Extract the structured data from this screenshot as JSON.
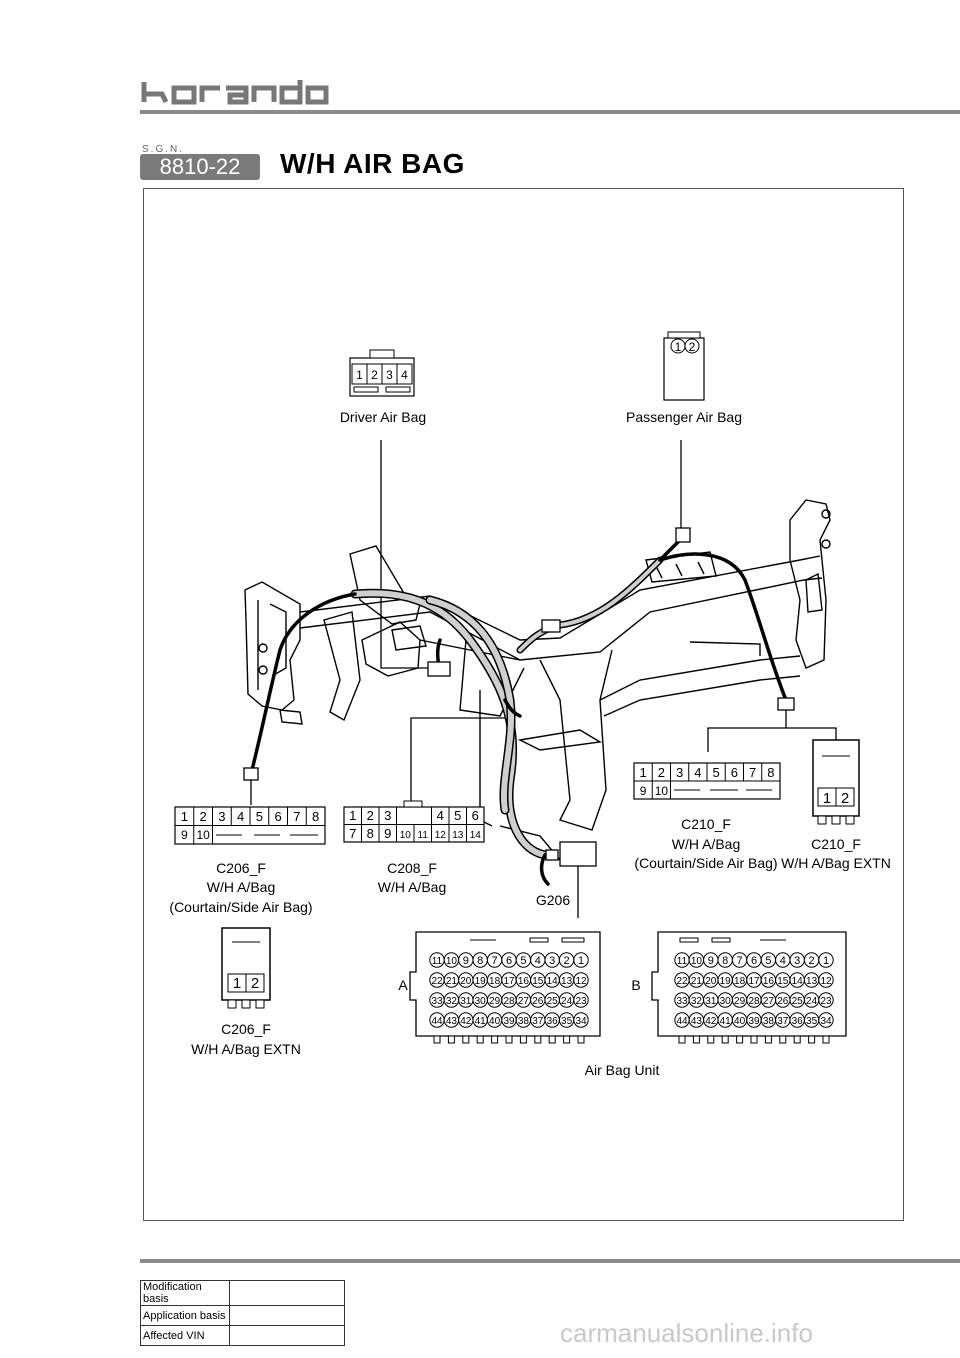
{
  "header": {
    "brand": "korando",
    "sgn_label": "S.G.N.",
    "section_number": "8810-22",
    "title": "W/H AIR BAG"
  },
  "components": {
    "driver_air_bag": {
      "name": "Driver Air Bag",
      "pins": [
        "1",
        "2",
        "3",
        "4"
      ]
    },
    "passenger_air_bag": {
      "name": "Passenger Air Bag",
      "pins": [
        "1",
        "2"
      ]
    },
    "c206": {
      "line1": "C206_F",
      "line2": "W/H A/Bag",
      "line3": "(Courtain/Side Air Bag)",
      "row1": [
        "1",
        "2",
        "3",
        "4",
        "5",
        "6",
        "7",
        "8"
      ],
      "row2": [
        "9",
        "10"
      ]
    },
    "c206_extn": {
      "line1": "C206_F",
      "line2": "W/H A/Bag EXTN",
      "pins": [
        "1",
        "2"
      ]
    },
    "c208": {
      "line1": "C208_F",
      "line2": "W/H A/Bag",
      "row1": [
        "1",
        "2",
        "3",
        "4",
        "5",
        "6"
      ],
      "row2": [
        "7",
        "8",
        "9",
        "10",
        "11",
        "12",
        "13",
        "14"
      ]
    },
    "c210": {
      "line1": "C210_F",
      "line2": "W/H A/Bag",
      "line3": "(Courtain/Side Air Bag)",
      "row1": [
        "1",
        "2",
        "3",
        "4",
        "5",
        "6",
        "7",
        "8"
      ],
      "row2": [
        "9",
        "10"
      ]
    },
    "c210_extn": {
      "line1": "C210_F",
      "line2": "W/H A/Bag EXTN",
      "pins": [
        "1",
        "2"
      ]
    },
    "ground": {
      "name": "G206"
    },
    "air_bag_unit": {
      "name": "Air Bag Unit",
      "connector_a": "A",
      "connector_b": "B",
      "rows": [
        [
          "11",
          "10",
          "9",
          "8",
          "7",
          "6",
          "5",
          "4",
          "3",
          "2",
          "1"
        ],
        [
          "22",
          "21",
          "20",
          "19",
          "18",
          "17",
          "16",
          "15",
          "14",
          "13",
          "12"
        ],
        [
          "33",
          "32",
          "31",
          "30",
          "29",
          "28",
          "27",
          "26",
          "25",
          "24",
          "23"
        ],
        [
          "44",
          "43",
          "42",
          "41",
          "40",
          "39",
          "38",
          "37",
          "36",
          "35",
          "34"
        ]
      ]
    }
  },
  "footer": {
    "rows": [
      "Modification basis",
      "Application basis",
      "Affected VIN"
    ],
    "values": [
      "",
      "",
      ""
    ]
  },
  "watermark": "carmanualsonline.info"
}
